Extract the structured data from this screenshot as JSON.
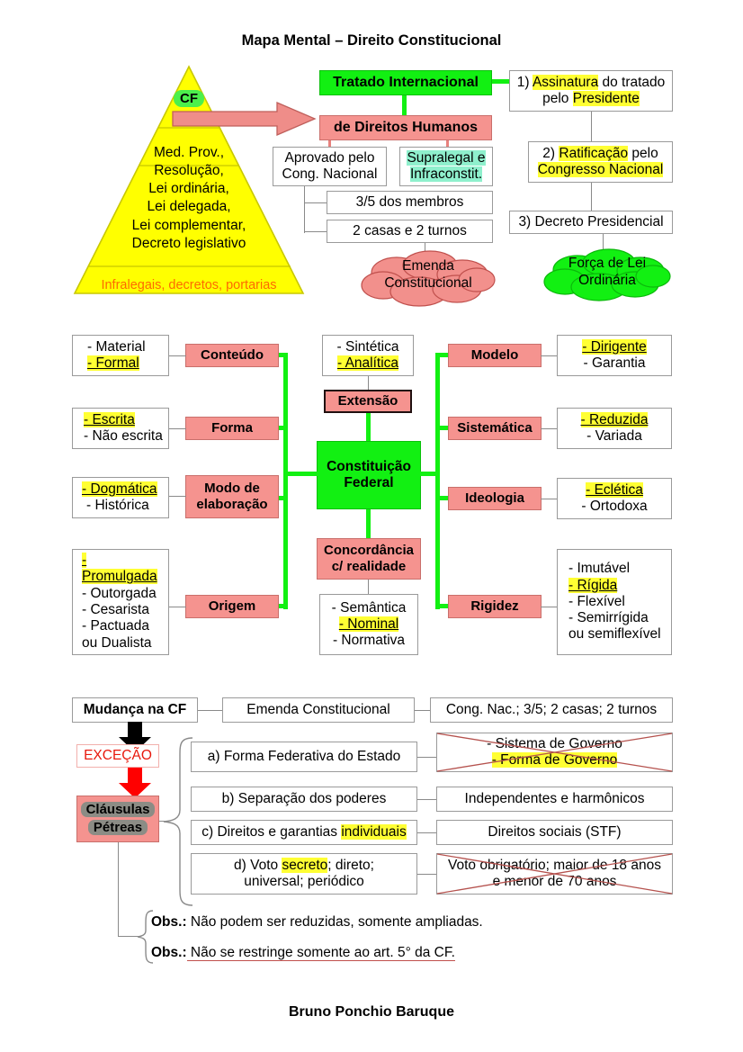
{
  "title": "Mapa Mental – Direito Constitucional",
  "footer": "Bruno Ponchio Baruque",
  "pyramid": {
    "apex_label": "CF",
    "middle_lines": [
      "Med. Prov.,",
      "Resolução,",
      "Lei ordinária,",
      "Lei delegada,",
      "Lei complementar,",
      "Decreto legislativo"
    ],
    "base_label": "Infralegais, decretos, portarias"
  },
  "treaty": {
    "header": "Tratado Internacional",
    "subheader": "de Direitos Humanos",
    "approved": [
      "Aprovado pelo",
      "Cong. Nacional"
    ],
    "supralegal": [
      "Supralegal e",
      "Infraconstit."
    ],
    "members": "3/5 dos membros",
    "houses": "2 casas e 2 turnos",
    "cloud_emenda": [
      "Emenda",
      "Constitucional"
    ],
    "cloud_forca": [
      "Força de Lei",
      "Ordinária"
    ]
  },
  "steps": [
    {
      "num": "1)",
      "p1": "Assinatura",
      "p2": " do tratado",
      "p3": "pelo ",
      "p4": "Presidente"
    },
    {
      "num": "2)",
      "p1": "Ratificação",
      "p2": " pelo",
      "p3": "Congresso Nacional",
      "p4": ""
    },
    {
      "num": "3) Decreto Presidencial"
    }
  ],
  "mindmap": {
    "center": [
      "Constituição",
      "Federal"
    ],
    "top_node": "Extensão",
    "top_options": [
      "- Sintética",
      "- Analítica"
    ],
    "bottom_node": [
      "Concordância",
      "c/ realidade"
    ],
    "bottom_options": [
      "- Semântica",
      "- Nominal",
      "- Normativa"
    ],
    "left": [
      {
        "node": "Conteúdo",
        "options": [
          "- Material",
          "- Formal"
        ],
        "highlight": 1
      },
      {
        "node": "Forma",
        "options": [
          "- Escrita",
          "- Não escrita"
        ],
        "highlight": 0
      },
      {
        "node_lines": [
          "Modo de",
          "elaboração"
        ],
        "options": [
          "- Dogmática",
          "- Histórica"
        ],
        "highlight": 0
      },
      {
        "node": "Origem",
        "options": [
          "- Promulgada",
          "- Outorgada",
          "- Cesarista",
          "- Pactuada",
          "ou Dualista"
        ],
        "highlight": 0
      }
    ],
    "right": [
      {
        "node": "Modelo",
        "options": [
          "- Dirigente",
          "- Garantia"
        ],
        "highlight": 0
      },
      {
        "node": "Sistemática",
        "options": [
          "- Reduzida",
          "- Variada"
        ],
        "highlight": 0
      },
      {
        "node": "Ideologia",
        "options": [
          "- Eclética",
          "- Ortodoxa"
        ],
        "highlight": 0
      },
      {
        "node": "Rigidez",
        "options": [
          "- Imutável",
          "- Rígida",
          "- Flexível",
          "- Semirrígida",
          "ou semiflexível"
        ],
        "highlight": 1
      }
    ]
  },
  "change": {
    "source": "Mudança na CF",
    "emenda": "Emenda Constitucional",
    "emenda_detail": "Cong. Nac.; 3/5; 2 casas; 2 turnos",
    "exception": "EXCEÇÃO",
    "clausulas": [
      "Cláusulas",
      "Pétreas"
    ],
    "items": [
      {
        "label": "a) Forma Federativa do Estado",
        "detail_lines": [
          "- Sistema de Governo",
          "- Forma de Governo"
        ],
        "detail_highlight": 1,
        "crossed": true
      },
      {
        "label": "b) Separação dos poderes",
        "detail_lines": [
          "Independentes e harmônicos"
        ],
        "crossed": false
      },
      {
        "label_p1": "c) Direitos e garantias ",
        "label_hl": "individuais",
        "detail_lines": [
          "Direitos sociais (STF)"
        ],
        "crossed": false
      },
      {
        "label_lines": [
          "d) Voto ",
          "universal; periódico"
        ],
        "label_hl": "secreto",
        "label_after": "; direto;",
        "detail_lines": [
          "Voto obrigatório; maior de 18 anos",
          "e menor de 70 anos"
        ],
        "crossed": true
      }
    ],
    "obs": [
      {
        "tag": "Obs.:",
        "text": " Não podem ser reduzidas, somente ampliadas.",
        "underline": false
      },
      {
        "tag": "Obs.:",
        "text": " Não se restringe somente ao art. 5° da CF.",
        "underline": true
      }
    ]
  }
}
